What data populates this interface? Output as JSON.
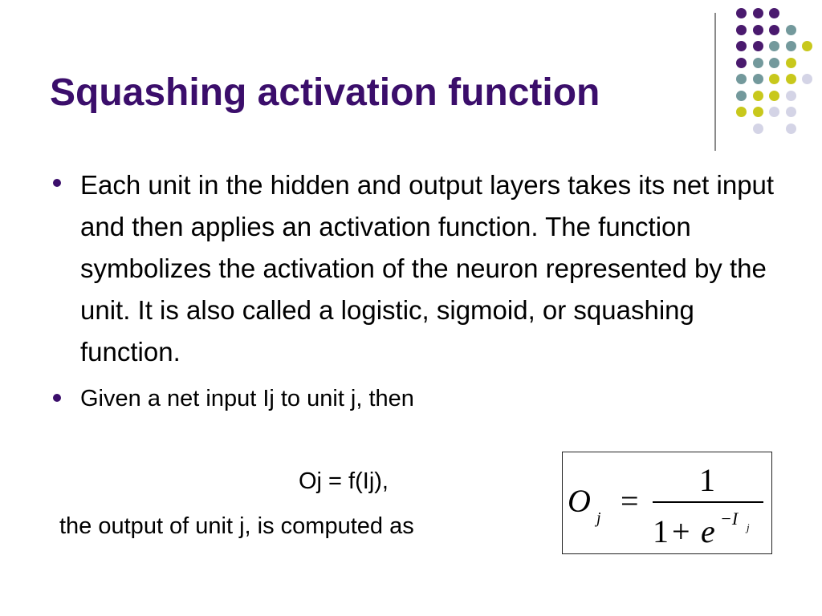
{
  "slide": {
    "title": "Squashing activation function",
    "bullets": [
      "Each unit in the hidden and output layers takes its net input and then applies an activation function. The function symbolizes the activation of the neuron represented by the unit. It is also called a logistic, sigmoid, or squashing function.",
      "Given a net input Ij to unit j, then"
    ],
    "equation_line": "Oj = f(Ij),",
    "output_line": "the output of  unit j, is computed as",
    "formula": {
      "lhs": "O",
      "lhs_subscript": "j",
      "equals": "=",
      "numerator": "1",
      "denominator_one": "1",
      "plus": "+",
      "base": "e",
      "exponent": "−I",
      "exponent_subscript": "j"
    }
  },
  "decoration": {
    "dot_colors": {
      "purple": "#4a1a6e",
      "teal": "#73999c",
      "yellow": "#c8c81c",
      "lavender": "#d4d4e6"
    },
    "dot_rows": [
      [
        "",
        "",
        "purple",
        "purple",
        "purple",
        ""
      ],
      [
        "",
        "",
        "purple",
        "purple",
        "purple",
        "teal"
      ],
      [
        "",
        "",
        "purple",
        "purple",
        "teal",
        "teal",
        "yellow"
      ],
      [
        "",
        "",
        "purple",
        "teal",
        "teal",
        "yellow",
        ""
      ],
      [
        "",
        "",
        "teal",
        "teal",
        "yellow",
        "yellow",
        "lavender"
      ],
      [
        "",
        "",
        "teal",
        "yellow",
        "yellow",
        "lavender",
        ""
      ],
      [
        "",
        "",
        "yellow",
        "yellow",
        "lavender",
        "lavender",
        ""
      ],
      [
        "",
        "",
        "",
        "lavender",
        "",
        "lavender",
        ""
      ]
    ]
  }
}
